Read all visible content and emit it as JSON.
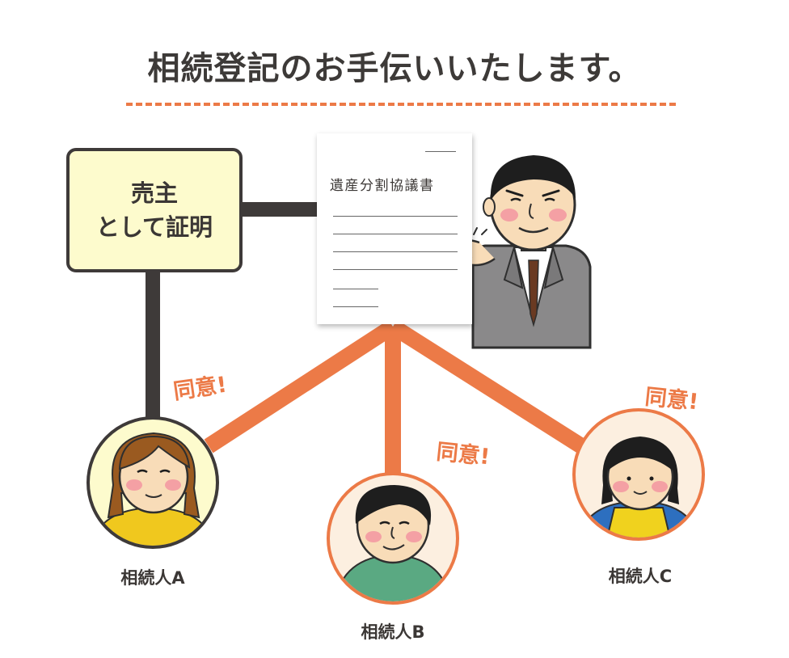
{
  "title": "相続登記のお手伝いいたします。",
  "seller_box": {
    "line1": "売主",
    "line2": "として証明"
  },
  "document": {
    "title": "遺産分割協議書"
  },
  "heirs": [
    {
      "label": "相続人A",
      "agreement": "同意!"
    },
    {
      "label": "相続人B",
      "agreement": "同意!"
    },
    {
      "label": "相続人C",
      "agreement": "同意!"
    }
  ],
  "colors": {
    "accent": "#ec7a47",
    "box_fill": "#fdfbcd",
    "line_dark": "#3e3a39"
  },
  "icons": [
    "businessman-icon",
    "woman-long-hair-icon",
    "man-icon",
    "woman-apron-icon"
  ]
}
